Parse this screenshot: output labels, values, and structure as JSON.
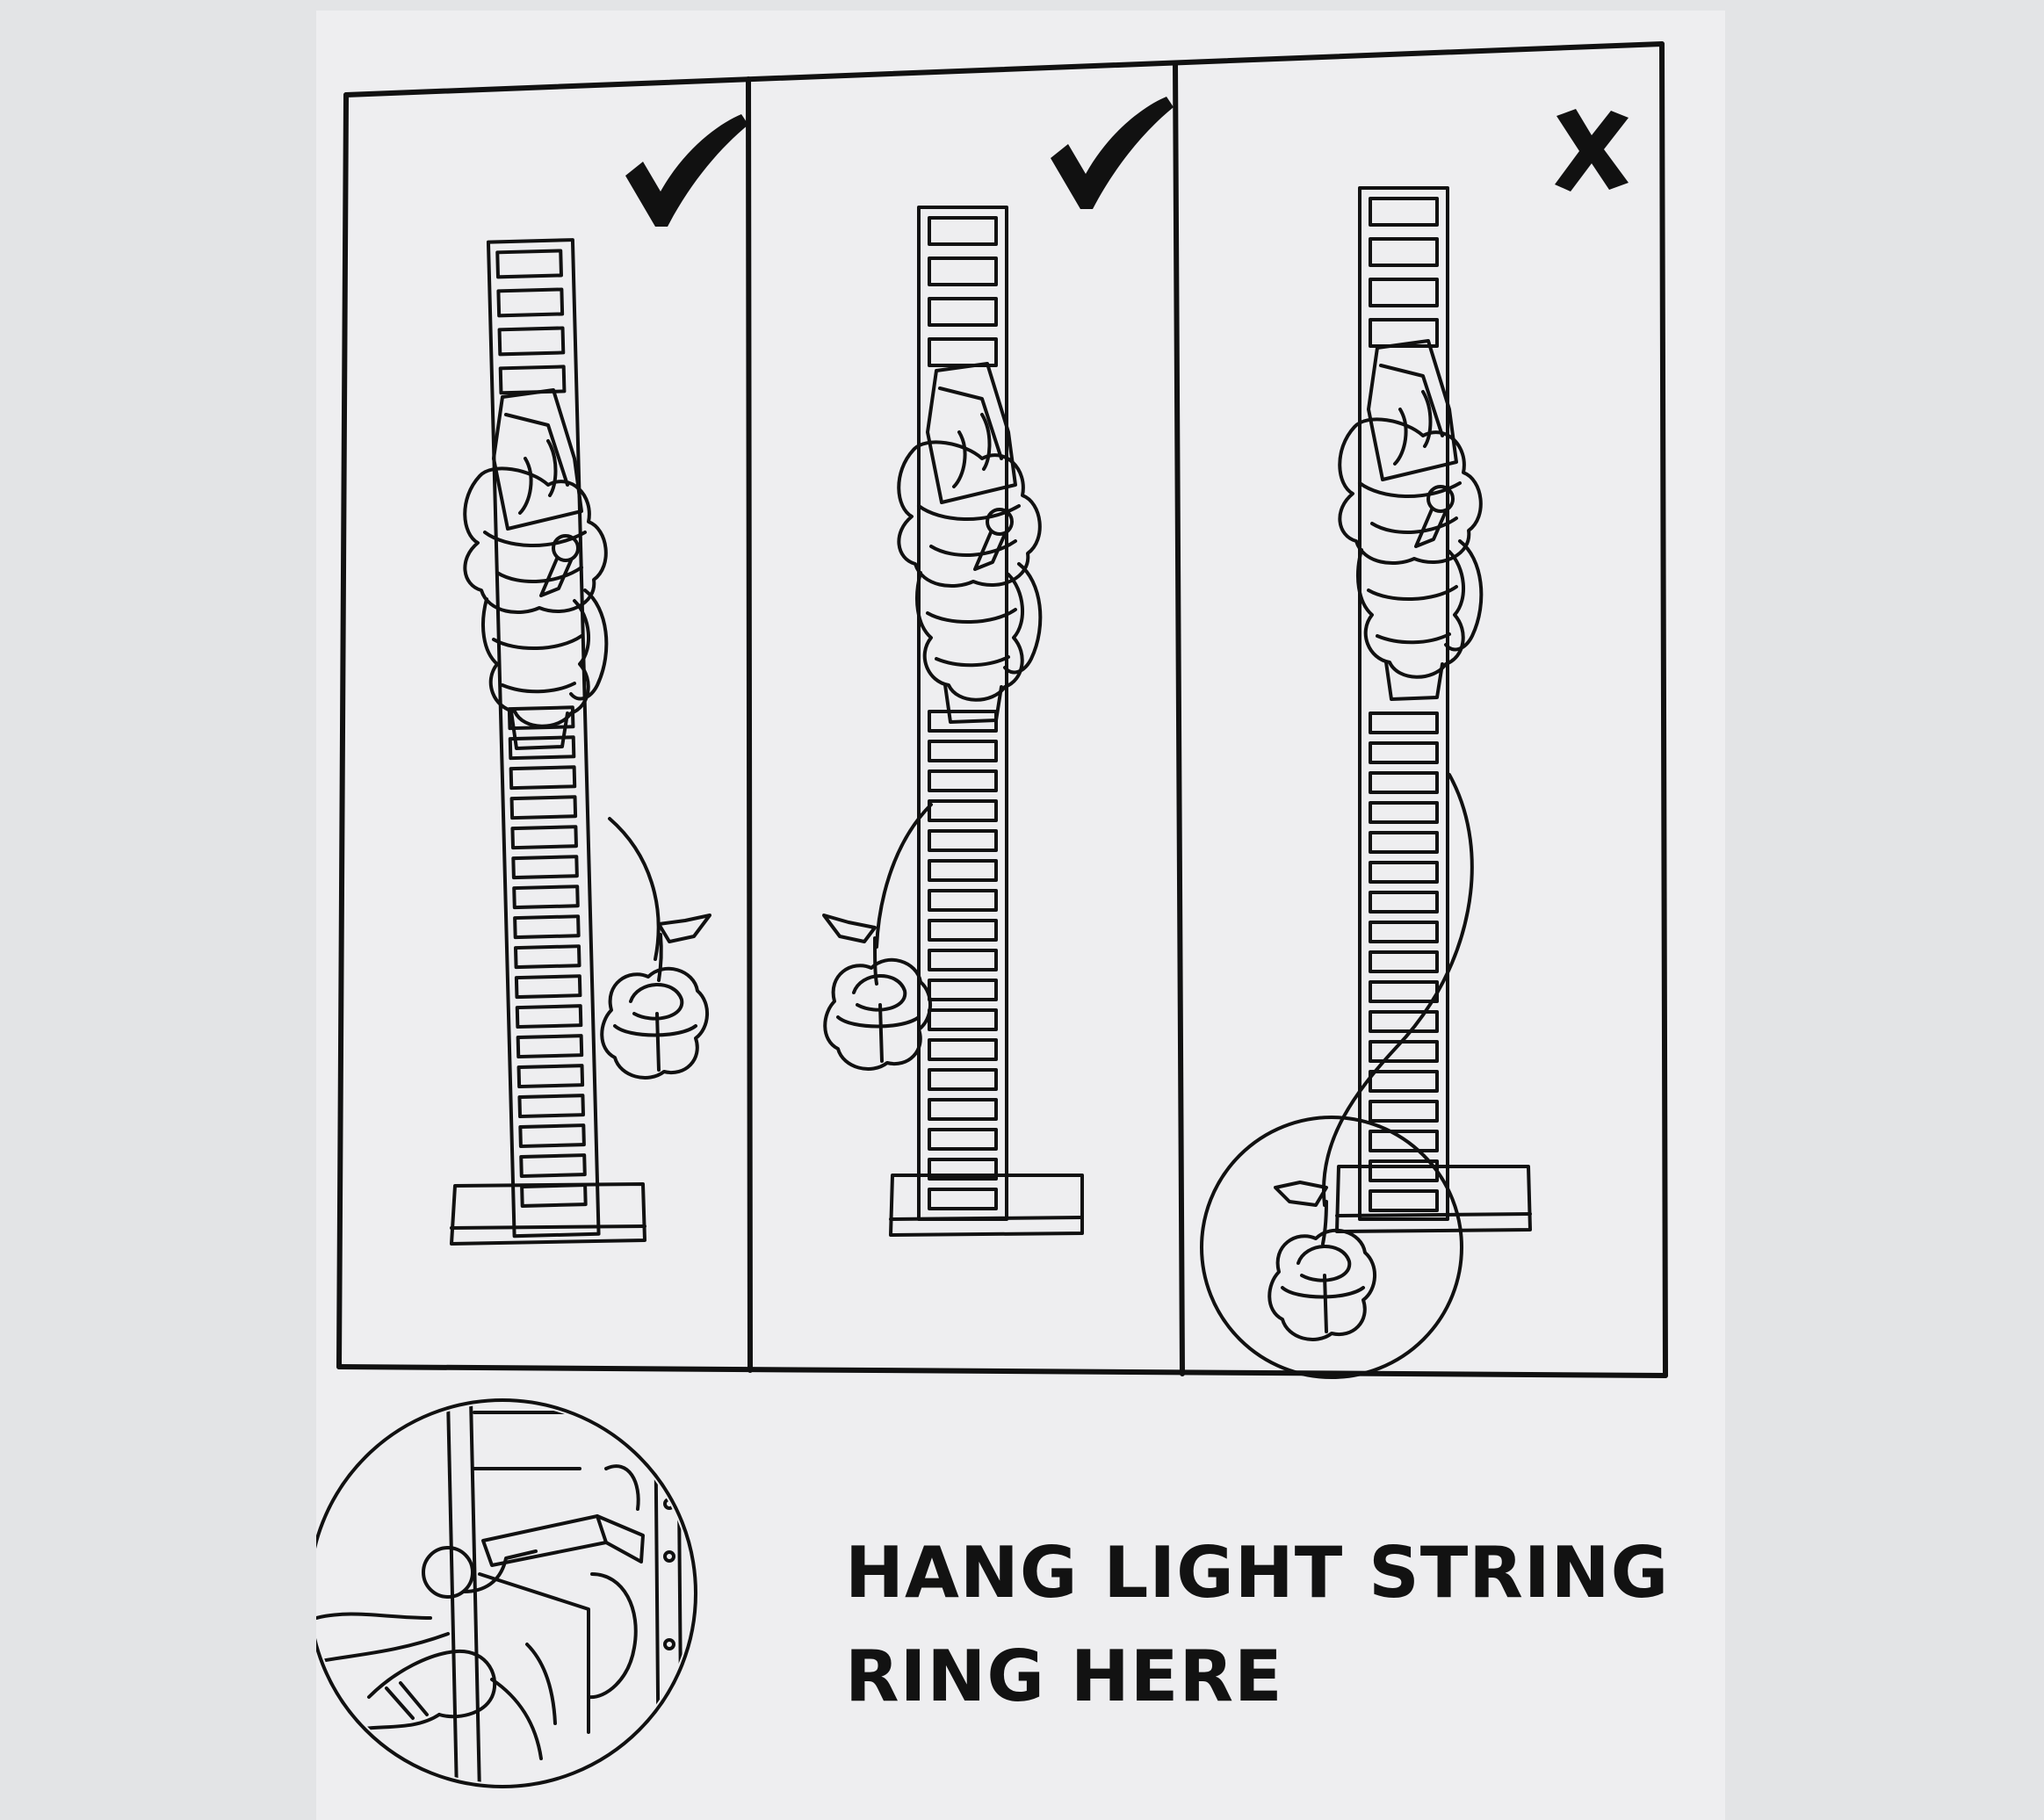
{
  "panels": [
    {
      "id": "left",
      "status_glyph": "✔",
      "status": "correct"
    },
    {
      "id": "middle",
      "status_glyph": "✔",
      "status": "correct"
    },
    {
      "id": "right",
      "status_glyph": "✗",
      "status": "incorrect"
    }
  ],
  "caption": {
    "line1": "HANG LIGHT STRING",
    "line2": "RING HERE"
  },
  "colors": {
    "ink": "#111111",
    "paper": "#eeeef0",
    "background": "#e3e4e6"
  }
}
